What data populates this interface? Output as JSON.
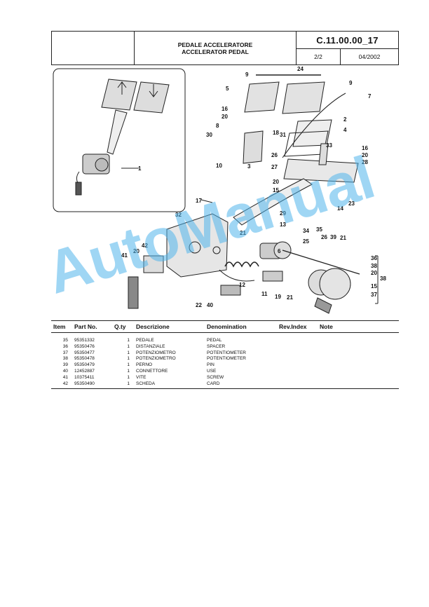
{
  "header": {
    "title_it": "PEDALE ACCELERATORE",
    "title_en": "ACCELERATOR PEDAL",
    "code": "C.11.00.00_17",
    "page": "2/2",
    "date": "04/2002"
  },
  "diagram": {
    "inset_callouts": [
      "1"
    ],
    "callouts": [
      "9",
      "24",
      "9",
      "5",
      "7",
      "16",
      "20",
      "2",
      "8",
      "18",
      "31",
      "4",
      "30",
      "33",
      "16",
      "20",
      "28",
      "26",
      "27",
      "10",
      "3",
      "20",
      "15",
      "14",
      "23",
      "17",
      "32",
      "29",
      "13",
      "34",
      "35",
      "21",
      "25",
      "26",
      "39",
      "21",
      "42",
      "6",
      "20",
      "41",
      "22",
      "40",
      "12",
      "11",
      "19",
      "21",
      "36",
      "38",
      "20",
      "38",
      "15",
      "37"
    ]
  },
  "table": {
    "headers": {
      "item": "Item",
      "part_no": "Part No.",
      "qty": "Q.ty",
      "descrizione": "Descrizione",
      "denomination": "Denomination",
      "rev_index": "Rev.Index",
      "note": "Note"
    },
    "rows": [
      {
        "item": "35",
        "part_no": "95351332",
        "qty": "1",
        "desc": "PEDALE",
        "den": "PEDAL"
      },
      {
        "item": "36",
        "part_no": "95350476",
        "qty": "1",
        "desc": "DISTANZIALE",
        "den": "SPACER"
      },
      {
        "item": "37",
        "part_no": "95350477",
        "qty": "1",
        "desc": "POTENZIOMETRO",
        "den": "POTENTIOMETER"
      },
      {
        "item": "38",
        "part_no": "95350478",
        "qty": "1",
        "desc": "POTENZIOMETRO",
        "den": "POTENTIOMETER"
      },
      {
        "item": "39",
        "part_no": "95350479",
        "qty": "1",
        "desc": "PERNO",
        "den": "PIN"
      },
      {
        "item": "40",
        "part_no": "12452887",
        "qty": "1",
        "desc": "CONNETTORE",
        "den": "USE"
      },
      {
        "item": "41",
        "part_no": "10375411",
        "qty": "1",
        "desc": "VITE",
        "den": "SCREW"
      },
      {
        "item": "42",
        "part_no": "95350490",
        "qty": "1",
        "desc": "SCHEDA",
        "den": "CARD"
      }
    ]
  },
  "watermark": "AutoManual",
  "colors": {
    "watermark": "#50b4eb",
    "line": "#222222"
  }
}
